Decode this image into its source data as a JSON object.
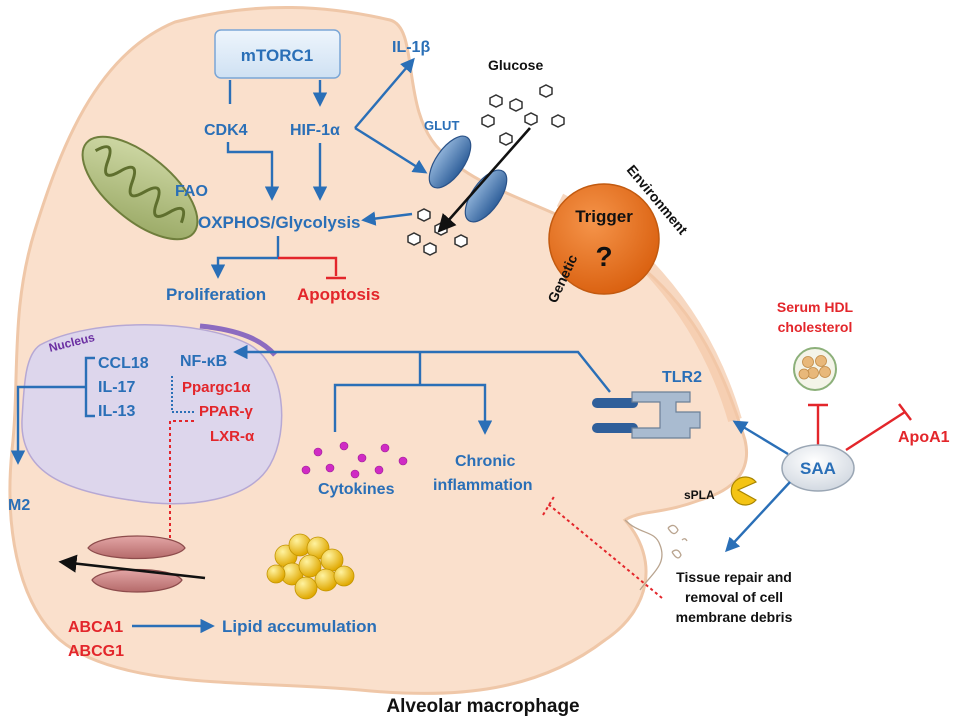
{
  "labels": {
    "mtorc1": "mTORC1",
    "cdk4": "CDK4",
    "hif1a": "HIF-1α",
    "il1b": "IL-1β",
    "glucose": "Glucose",
    "glut": "GLUT",
    "fao": "FAO",
    "oxphos": "OXPHOS/Glycolysis",
    "proliferation": "Proliferation",
    "apoptosis": "Apoptosis",
    "trigger": "Trigger",
    "trigger_q": "?",
    "environment": "Environment",
    "genetic": "Genetic",
    "nucleus": "Nucleus",
    "ccl18": "CCL18",
    "il17": "IL-17",
    "il13": "IL-13",
    "nfkb": "NF-κB",
    "ppargc1a": "Ppargc1α",
    "pparg": "PPAR-γ",
    "lxra": "LXR-α",
    "m2": "M2",
    "cytokines": "Cytokines",
    "chronic1": "Chronic",
    "chronic2": "inflammation",
    "tlr2": "TLR2",
    "serum1": "Serum HDL",
    "serum2": "cholesterol",
    "apoa1": "ApoA1",
    "saa": "SAA",
    "spla": "sPLA",
    "tissue1": "Tissue repair and",
    "tissue2": "removal of cell",
    "tissue3": "membrane debris",
    "abca1": "ABCA1",
    "abcg1": "ABCG1",
    "lipid": "Lipid accumulation",
    "caption": "Alveolar macrophage"
  },
  "colors": {
    "blue": "#2a6fb7",
    "red": "#e3262b",
    "cell_fill": "#fae0cc",
    "trigger": "#e8731c",
    "mitochondrion": "#b7c48a",
    "lipid": "#f3c414",
    "nucleus": "#d9d0ea"
  },
  "icons": [
    "mitochondrion-icon",
    "glut-transporter-icon",
    "glucose-molecule-icon",
    "tlr2-receptor-icon",
    "hdl-particle-icon",
    "spla-enzyme-icon",
    "lipid-droplet-icon",
    "abc-transporter-icon",
    "cytokine-dot-icon"
  ]
}
